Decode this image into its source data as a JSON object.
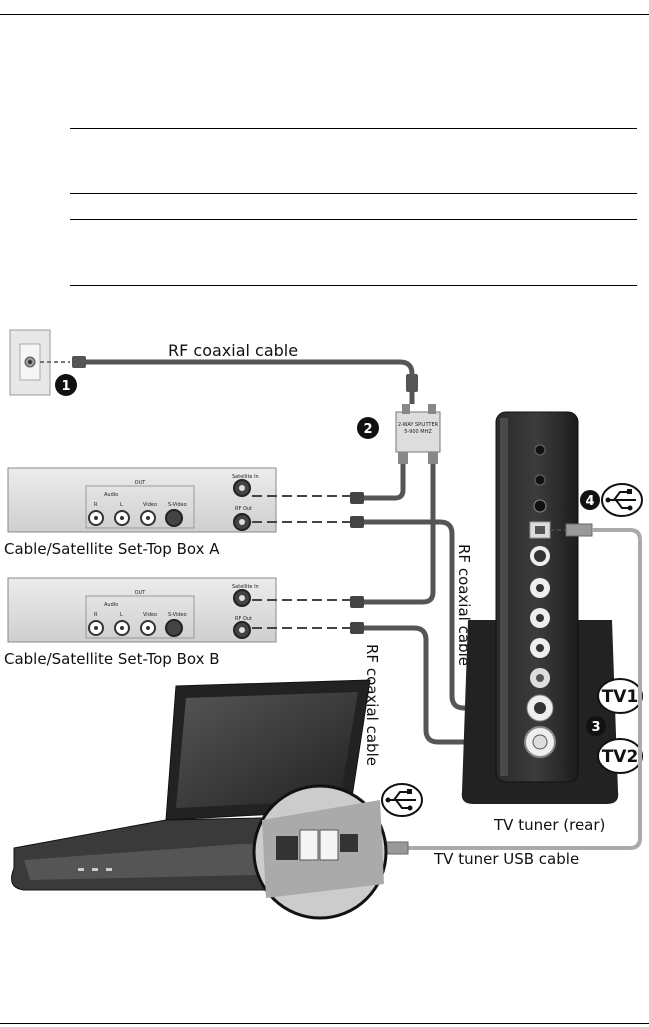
{
  "labels": {
    "rf_top": "RF coaxial cable",
    "rf_vertical_1": "RF coaxial cable",
    "rf_vertical_2": "RF coaxial cable",
    "box_a": "Cable/Satellite Set-Top Box A",
    "box_b": "Cable/Satellite Set-Top Box B",
    "tv_tuner": "TV tuner (rear)",
    "usb_cable": "TV tuner USB cable",
    "tv1": "TV1",
    "tv2": "TV2"
  },
  "callouts": [
    "1",
    "2",
    "3",
    "4"
  ],
  "splitter_text": [
    "2-WAY SPLITTER",
    "5-900 MHZ"
  ],
  "box_panel": {
    "out": "OUT",
    "audio": "Audio",
    "r": "R",
    "l": "L",
    "video": "Video",
    "svideo": "S-Video",
    "sat_in": "Satellite In",
    "rf_out": "RF Out"
  },
  "icons": [
    "wall-outlet-icon",
    "usb-icon",
    "laptop-icon",
    "tv-tuner-icon"
  ]
}
